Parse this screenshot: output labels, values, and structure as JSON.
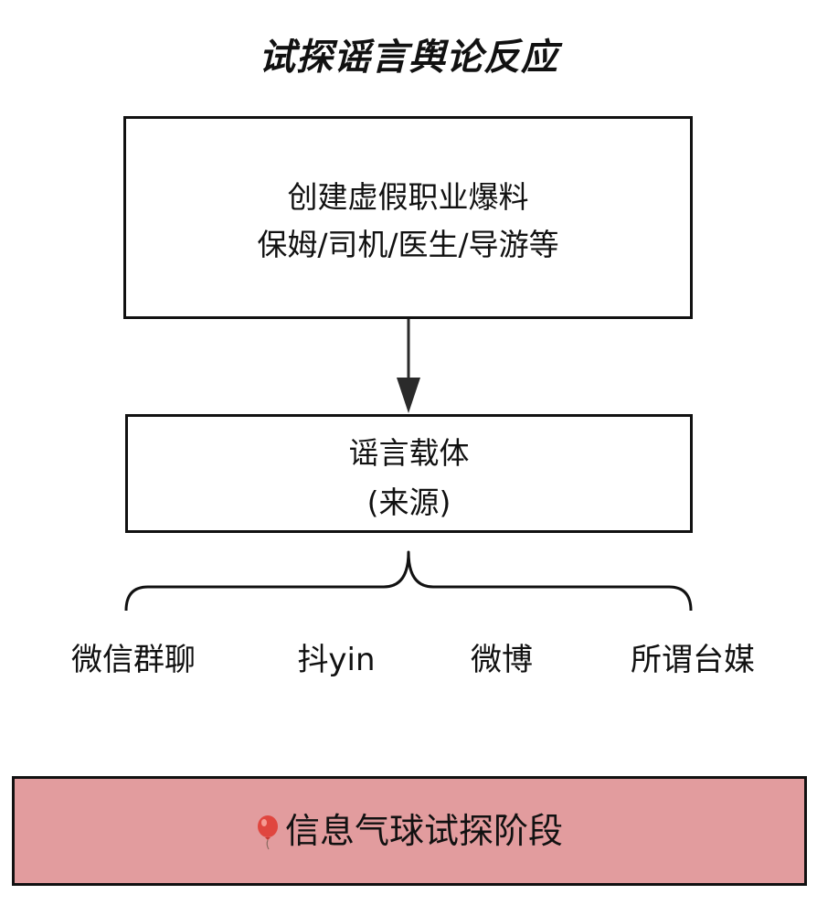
{
  "title": "试探谣言舆论反应",
  "top_box": {
    "line1": "创建虚假职业爆料",
    "line2": "保姆/司机/医生/导游等"
  },
  "middle_box": {
    "line1": "谣言载体",
    "line2": "(来源)"
  },
  "platforms": [
    {
      "label": "微信群聊"
    },
    {
      "label": "抖yin"
    },
    {
      "label": "微博"
    },
    {
      "label": "所谓台媒"
    }
  ],
  "banner": {
    "icon": "balloon-icon",
    "text": "信息气球试探阶段",
    "background_color": "#e29c9e",
    "icon_color": "#e0463f"
  }
}
